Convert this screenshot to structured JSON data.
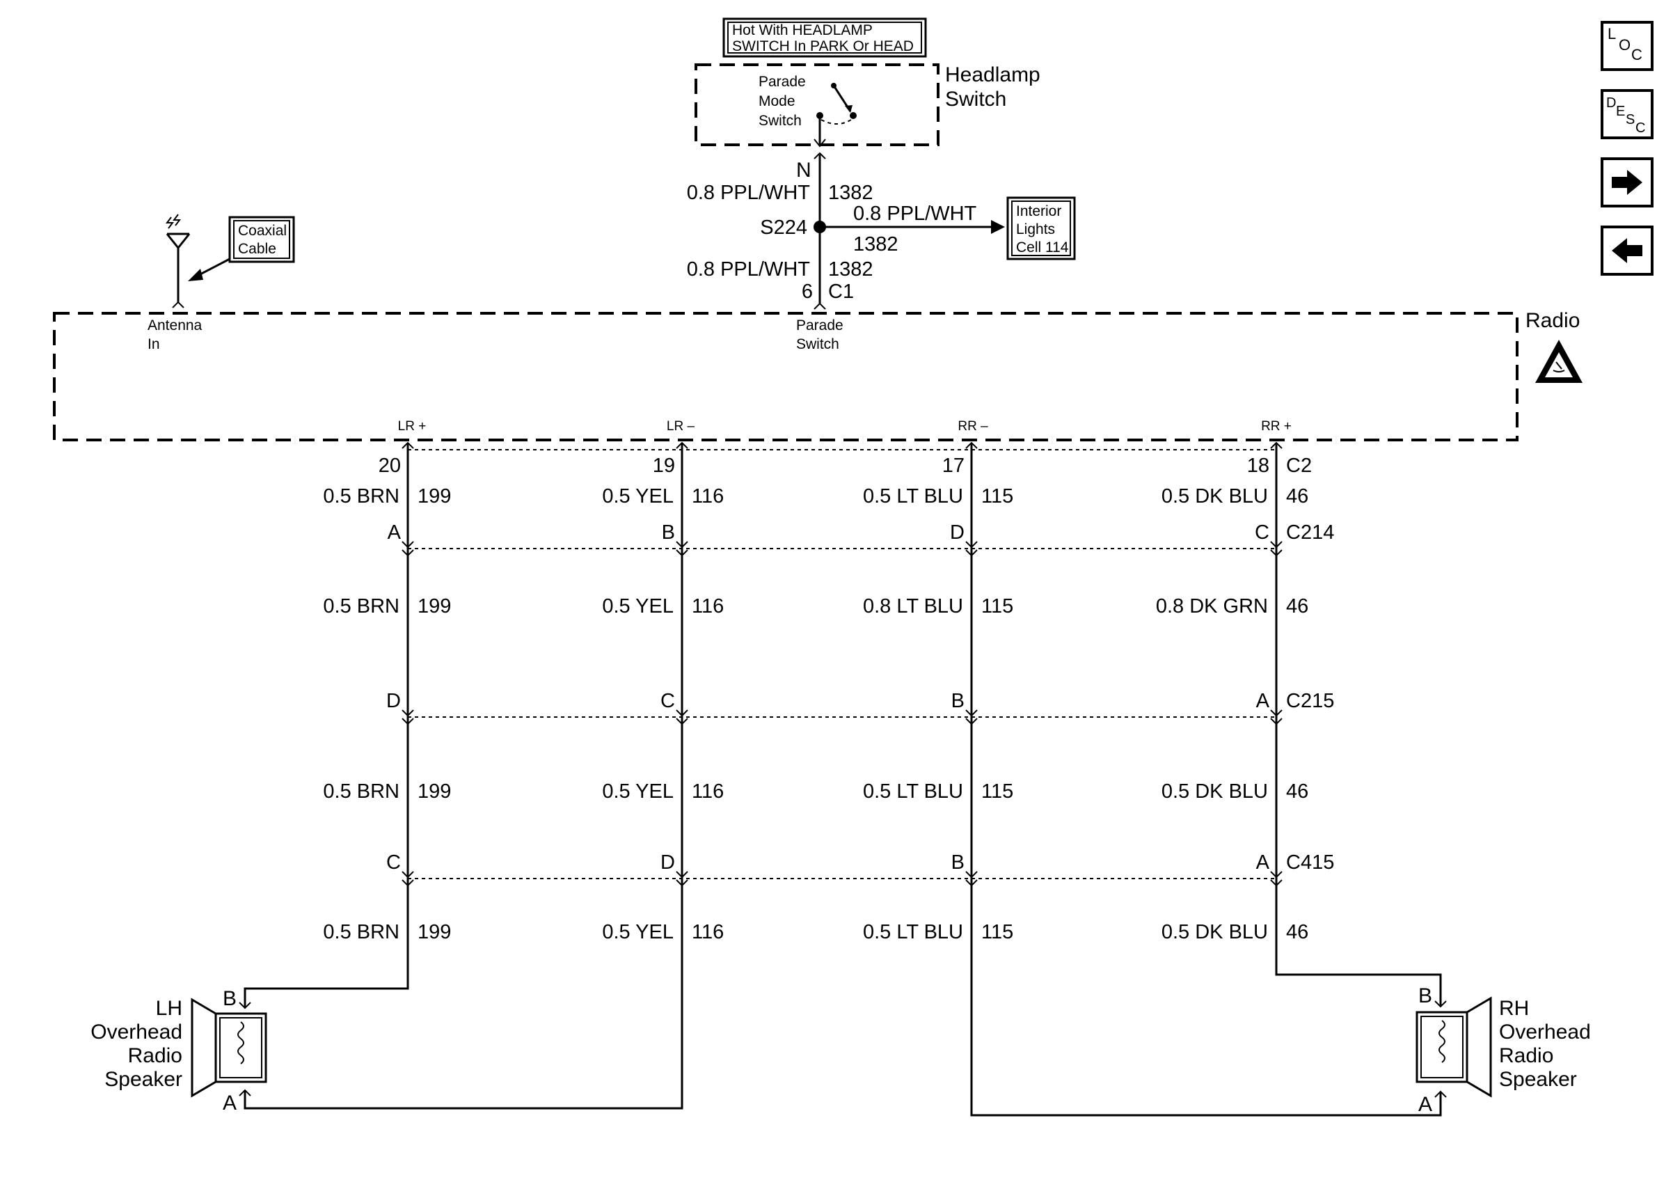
{
  "header": {
    "hot_line1": "Hot With HEADLAMP",
    "hot_line2": "SWITCH In PARK Or HEAD"
  },
  "headlamp_switch": {
    "label_line1": "Headlamp",
    "label_line2": "Switch",
    "parade_line1": "Parade",
    "parade_line2": "Mode",
    "parade_line3": "Switch",
    "pin": "N"
  },
  "feed": {
    "wire_upper": "0.8 PPL/WHT",
    "circuit_upper": "1382",
    "splice": "S224",
    "branch_wire": "0.8 PPL/WHT",
    "branch_circuit": "1382",
    "wire_lower": "0.8 PPL/WHT",
    "circuit_lower": "1382",
    "pin": "6",
    "connector": "C1"
  },
  "interior_lights": {
    "line1": "Interior",
    "line2": "Lights",
    "line3": "Cell 114"
  },
  "coax": {
    "line1": "Coaxial",
    "line2": "Cable"
  },
  "radio": {
    "label": "Radio",
    "antenna_line1": "Antenna",
    "antenna_line2": "In",
    "parade_line1": "Parade",
    "parade_line2": "Switch",
    "terminals": [
      "LR +",
      "LR –",
      "RR –",
      "RR +"
    ],
    "pins": [
      "20",
      "19",
      "17",
      "18"
    ],
    "connector": "C2"
  },
  "columns": [
    {
      "seg1": {
        "wire": "0.5 BRN",
        "circuit": "199"
      },
      "c214": "A",
      "seg2": {
        "wire": "0.5 BRN",
        "circuit": "199"
      },
      "c215": "D",
      "seg3": {
        "wire": "0.5 BRN",
        "circuit": "199"
      },
      "c415": "C",
      "seg4": {
        "wire": "0.5 BRN",
        "circuit": "199"
      }
    },
    {
      "seg1": {
        "wire": "0.5 YEL",
        "circuit": "116"
      },
      "c214": "B",
      "seg2": {
        "wire": "0.5 YEL",
        "circuit": "116"
      },
      "c215": "C",
      "seg3": {
        "wire": "0.5 YEL",
        "circuit": "116"
      },
      "c415": "D",
      "seg4": {
        "wire": "0.5 YEL",
        "circuit": "116"
      }
    },
    {
      "seg1": {
        "wire": "0.5 LT BLU",
        "circuit": "115"
      },
      "c214": "D",
      "seg2": {
        "wire": "0.8 LT BLU",
        "circuit": "115"
      },
      "c215": "B",
      "seg3": {
        "wire": "0.5 LT BLU",
        "circuit": "115"
      },
      "c415": "B",
      "seg4": {
        "wire": "0.5 LT BLU",
        "circuit": "115"
      }
    },
    {
      "seg1": {
        "wire": "0.5 DK BLU",
        "circuit": "46"
      },
      "c214": "C",
      "seg2": {
        "wire": "0.8 DK GRN",
        "circuit": "46"
      },
      "c215": "A",
      "seg3": {
        "wire": "0.5 DK BLU",
        "circuit": "46"
      },
      "c415": "A",
      "seg4": {
        "wire": "0.5 DK BLU",
        "circuit": "46"
      }
    }
  ],
  "connectors": {
    "c214": "C214",
    "c215": "C215",
    "c415": "C415"
  },
  "lh_speaker": {
    "line1": "LH",
    "line2": "Overhead",
    "line3": "Radio",
    "line4": "Speaker",
    "pin_top": "B",
    "pin_bottom": "A"
  },
  "rh_speaker": {
    "line1": "RH",
    "line2": "Overhead",
    "line3": "Radio",
    "line4": "Speaker",
    "pin_top": "B",
    "pin_bottom": "A"
  },
  "nav": {
    "loc": {
      "l": "L",
      "o": "O",
      "c": "C"
    },
    "desc": {
      "d": "D",
      "e": "E",
      "s": "S",
      "c": "C"
    },
    "forward_icon": "arrow-right-icon",
    "back_icon": "arrow-left-icon"
  }
}
